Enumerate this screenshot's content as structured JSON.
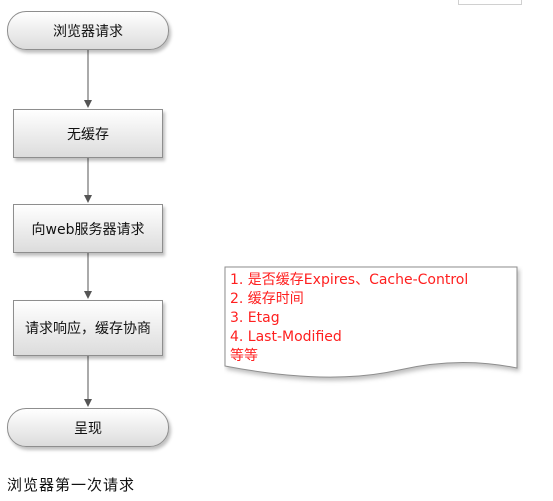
{
  "flowchart": {
    "nodes": [
      {
        "id": "start",
        "label": "浏览器请求",
        "shape": "terminal"
      },
      {
        "id": "no-cache",
        "label": "无缓存",
        "shape": "process"
      },
      {
        "id": "request-server",
        "label": "向web服务器请求",
        "shape": "process"
      },
      {
        "id": "respond",
        "label": "请求响应，缓存协商",
        "shape": "process"
      },
      {
        "id": "render",
        "label": "呈现",
        "shape": "terminal"
      }
    ],
    "edges": [
      {
        "from": "start",
        "to": "no-cache"
      },
      {
        "from": "no-cache",
        "to": "request-server"
      },
      {
        "from": "request-server",
        "to": "respond"
      },
      {
        "from": "respond",
        "to": "render"
      }
    ]
  },
  "note": {
    "lines": [
      "1. 是否缓存Expires、Cache-Control",
      "2. 缓存时间",
      "3. Etag",
      "4. Last-Modified",
      "等等"
    ],
    "text_color": "#ff2020"
  },
  "caption": "浏览器第一次请求"
}
